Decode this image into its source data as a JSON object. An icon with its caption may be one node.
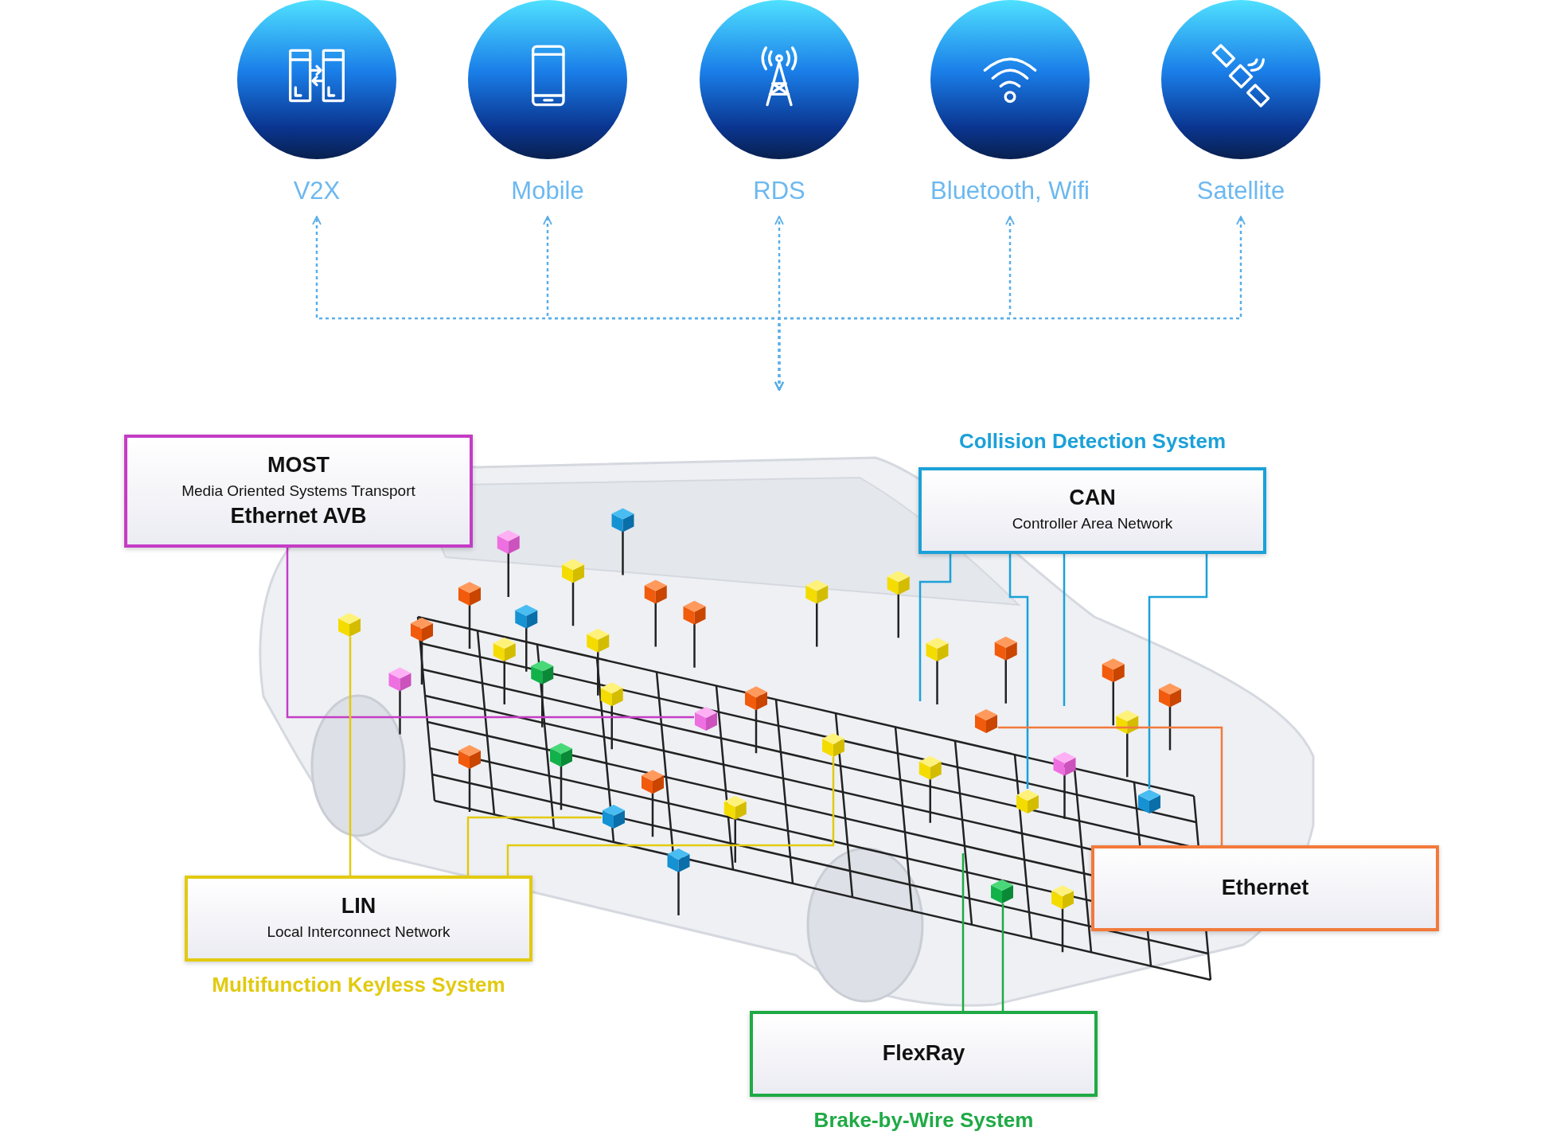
{
  "diagram": {
    "nodes": [
      {
        "text": [
          "V2X"
        ]
      },
      {
        "text": [
          "Mobile"
        ]
      },
      {
        "text": [
          "RDS"
        ]
      },
      {
        "text": [
          "Bluetooth, Wifi"
        ]
      },
      {
        "text": [
          "Satellite"
        ]
      },
      {
        "text": [],
        "shape": "picture"
      },
      {
        "text": [],
        "shape": "cube",
        "in": 5
      },
      {
        "text": [],
        "shape": "cube",
        "in": 5
      },
      {
        "text": [],
        "shape": "cube",
        "in": 5
      },
      {
        "text": [],
        "shape": "cube",
        "in": 5
      },
      {
        "text": [],
        "shape": "cube",
        "in": 5
      },
      {
        "text": [],
        "shape": "cube",
        "in": 5
      },
      {
        "text": [],
        "shape": "cube",
        "in": 5
      },
      {
        "text": [],
        "shape": "cube",
        "in": 5
      },
      {
        "text": [
          "MOST",
          "Media Oriented Systems Transport",
          "Ethernet AVB"
        ]
      },
      {
        "text": [
          "CAN",
          "Controller Area Network"
        ],
        "beside": [
          "Collision Detection System"
        ]
      },
      {
        "text": [
          "LIN",
          "Local Interconnect Network"
        ],
        "beside": [
          "Multifunction Keyless System"
        ]
      },
      {
        "text": [
          "Ethernet"
        ]
      },
      {
        "text": [
          "FlexRay"
        ],
        "beside": [
          "Brake-by-Wire System"
        ]
      }
    ],
    "edges": [
      {
        "from": 5,
        "to": 0,
        "arrow": "both",
        "style": "dashed",
        "color": "#5aaee8"
      },
      {
        "from": 5,
        "to": 1,
        "arrow": "both",
        "style": "dashed",
        "color": "#5aaee8"
      },
      {
        "from": 5,
        "to": 2,
        "arrow": "both",
        "style": "dashed",
        "color": "#5aaee8"
      },
      {
        "from": 5,
        "to": 3,
        "arrow": "both",
        "style": "dashed",
        "color": "#5aaee8"
      },
      {
        "from": 5,
        "to": 4,
        "arrow": "both",
        "style": "dashed",
        "color": "#5aaee8"
      },
      {
        "from": 14,
        "to": 6,
        "arrow": "none",
        "color": "#c53cc5"
      },
      {
        "from": 15,
        "to": null,
        "arrow": "none",
        "color": "#1ba1d8"
      },
      {
        "from": 15,
        "to": 10,
        "arrow": "none",
        "color": "#1ba1d8"
      },
      {
        "from": 15,
        "to": null,
        "arrow": "none",
        "color": "#1ba1d8"
      },
      {
        "from": 15,
        "to": 11,
        "arrow": "none",
        "color": "#1ba1d8"
      },
      {
        "from": 16,
        "to": 7,
        "arrow": "none",
        "color": "#e2ca10"
      },
      {
        "from": 16,
        "to": 8,
        "arrow": "none",
        "color": "#e2ca10"
      },
      {
        "from": 16,
        "to": 9,
        "arrow": "none",
        "color": "#e2ca10"
      },
      {
        "from": 17,
        "to": 12,
        "arrow": "none",
        "color": "#f27a3c"
      },
      {
        "from": 18,
        "to": null,
        "arrow": "none",
        "color": "#1faa45"
      },
      {
        "from": 18,
        "to": 13,
        "arrow": "none",
        "color": "#1faa45"
      }
    ]
  }
}
